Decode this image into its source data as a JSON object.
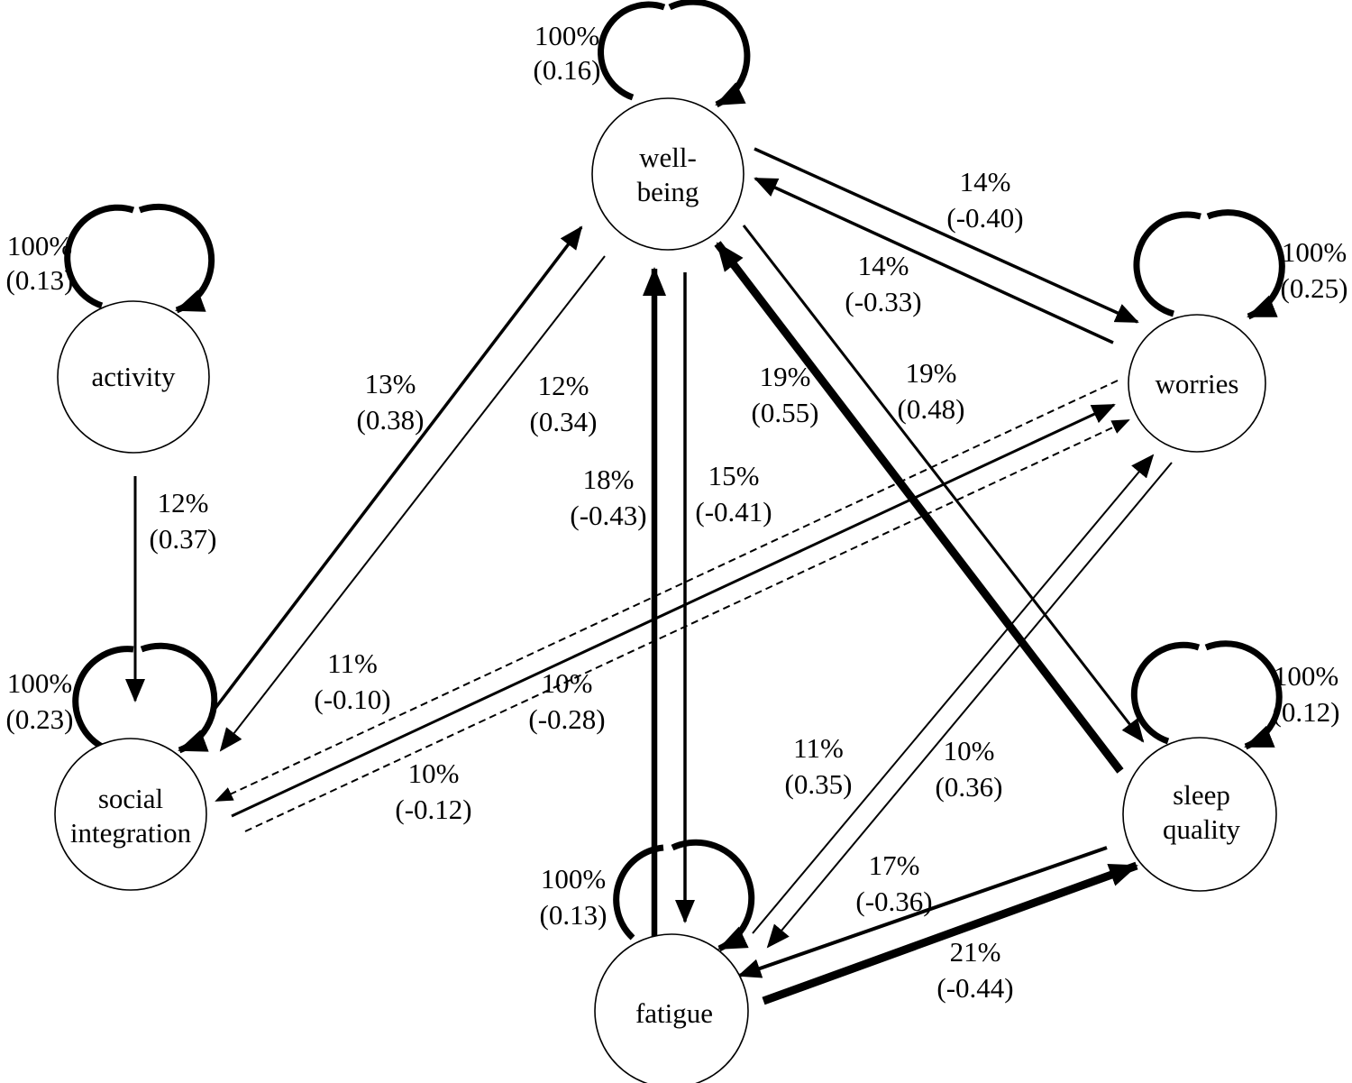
{
  "nodes": {
    "wellbeing": {
      "lines": [
        "well-",
        "being"
      ]
    },
    "worries": {
      "lines": [
        "worries"
      ]
    },
    "activity": {
      "lines": [
        "activity"
      ]
    },
    "social": {
      "lines": [
        "social",
        "integration"
      ]
    },
    "sleep": {
      "lines": [
        "sleep",
        "quality"
      ]
    },
    "fatigue": {
      "lines": [
        "fatigue"
      ]
    }
  },
  "self_loops": {
    "wellbeing": {
      "pct": "100%",
      "coef": "(0.16)"
    },
    "activity": {
      "pct": "100%",
      "coef": "(0.13)"
    },
    "worries": {
      "pct": "100%",
      "coef": "(0.25)"
    },
    "social": {
      "pct": "100%",
      "coef": "(0.23)"
    },
    "sleep": {
      "pct": "100%",
      "coef": "(0.12)"
    },
    "fatigue": {
      "pct": "100%",
      "coef": "(0.13)"
    }
  },
  "edges": {
    "wellbeing_to_worries": {
      "from": "well-being",
      "to": "worries",
      "pct": "14%",
      "coef": "(-0.40)",
      "style": "solid"
    },
    "worries_to_wellbeing": {
      "from": "worries",
      "to": "well-being",
      "pct": "14%",
      "coef": "(-0.33)",
      "style": "solid"
    },
    "social_to_wellbeing": {
      "from": "social integration",
      "to": "well-being",
      "pct": "13%",
      "coef": "(0.38)",
      "style": "solid"
    },
    "wellbeing_to_social": {
      "from": "well-being",
      "to": "social integration",
      "pct": "12%",
      "coef": "(0.34)",
      "style": "solid"
    },
    "fatigue_to_wellbeing": {
      "from": "fatigue",
      "to": "well-being",
      "pct": "18%",
      "coef": "(-0.43)",
      "style": "solid"
    },
    "wellbeing_to_fatigue": {
      "from": "well-being",
      "to": "fatigue",
      "pct": "15%",
      "coef": "(-0.41)",
      "style": "solid"
    },
    "sleep_to_wellbeing": {
      "from": "sleep quality",
      "to": "well-being",
      "pct": "19%",
      "coef": "(0.55)",
      "style": "solid"
    },
    "wellbeing_to_sleep": {
      "from": "well-being",
      "to": "sleep quality",
      "pct": "19%",
      "coef": "(0.48)",
      "style": "solid"
    },
    "activity_to_social": {
      "from": "activity",
      "to": "social integration",
      "pct": "12%",
      "coef": "(0.37)",
      "style": "solid"
    },
    "worries_to_social": {
      "from": "worries",
      "to": "social integration",
      "pct": "11%",
      "coef": "(-0.10)",
      "style": "dashed"
    },
    "social_to_worries": {
      "from": "social integration",
      "to": "worries",
      "pct": "10%",
      "coef": "(-0.28)",
      "style": "solid"
    },
    "social_to_worries_dashed": {
      "from": "social integration",
      "to": "worries",
      "pct": "10%",
      "coef": "(-0.12)",
      "style": "dashed"
    },
    "fatigue_to_worries": {
      "from": "fatigue",
      "to": "worries",
      "pct": "11%",
      "coef": "(0.35)",
      "style": "solid"
    },
    "worries_to_fatigue": {
      "from": "worries",
      "to": "fatigue",
      "pct": "10%",
      "coef": "(0.36)",
      "style": "solid"
    },
    "sleep_to_fatigue": {
      "from": "sleep quality",
      "to": "fatigue",
      "pct": "17%",
      "coef": "(-0.36)",
      "style": "solid"
    },
    "fatigue_to_sleep": {
      "from": "fatigue",
      "to": "sleep quality",
      "pct": "21%",
      "coef": "(-0.44)",
      "style": "solid"
    }
  }
}
